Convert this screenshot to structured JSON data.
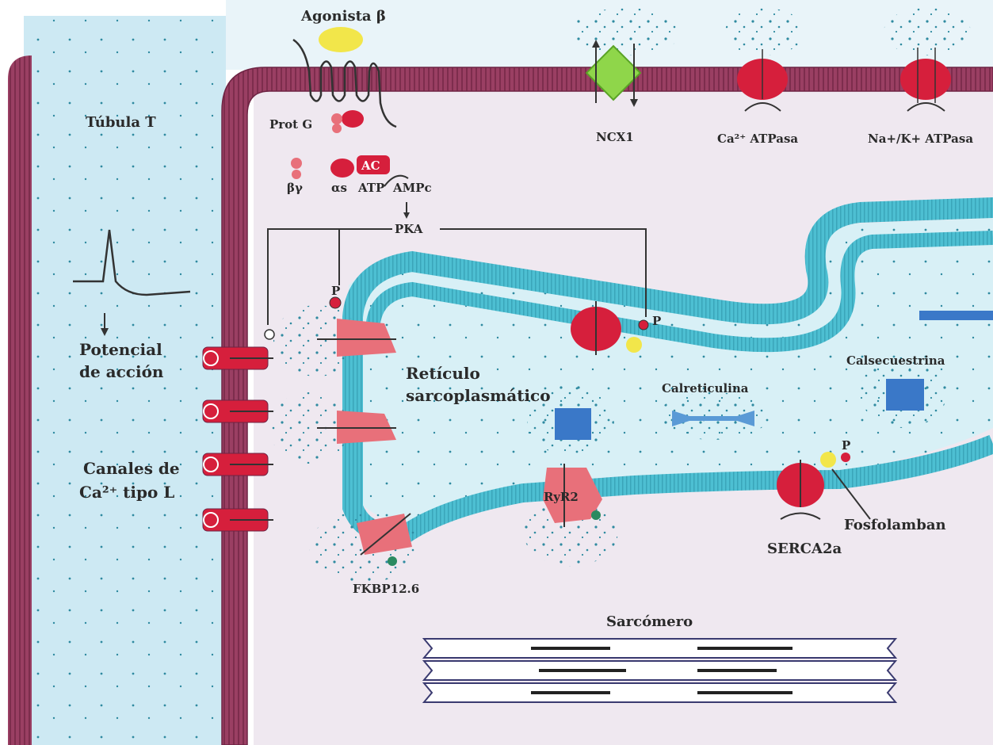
{
  "labels": {
    "tubula_t": "Túbula T",
    "agonista": "Agonista β",
    "prot_g": "Prot G",
    "ac": "AC",
    "beta_gamma": "βγ",
    "alpha_s": "αs",
    "atp": "ATP",
    "ampc": "AMPc",
    "pka": "PKA",
    "ncx": "NCX1",
    "ca_atpasa": "Ca²⁺ ATPasa",
    "na_k_atpasa": "Na+/K+ ATPasa",
    "potencial_1": "Potencial",
    "potencial_2": "de acción",
    "reticulo_1": "Retículo",
    "reticulo_2": "sarcoplasmático",
    "calsecuestrina": "Calsecuestrina",
    "calreticulina": "Calreticulina",
    "canales_1": "Canales de",
    "canales_2": "Ca²⁺ tipo L",
    "ryr2": "RyR2",
    "serca": "SERCA2a",
    "fosfolamban": "Fosfolamban",
    "fkbp": "FKBP12.6",
    "sarcomero": "Sarcómero",
    "p1": "P",
    "p2": "P",
    "p3": "P"
  },
  "colors": {
    "membrane": "#9a3f63",
    "membrane_dark": "#6e2444",
    "cytoplasm": "#efe8f0",
    "tubule": "#cde9f3",
    "sr_membrane": "#4dbfd2",
    "sr_lumen": "#d8f0f6",
    "pump_red": "#d61f3c",
    "ryr_pink": "#e8707a",
    "ncx_green": "#8fd64a",
    "agonist_yellow": "#f2e64a",
    "calsequestrin_blue": "#3a78c8"
  }
}
